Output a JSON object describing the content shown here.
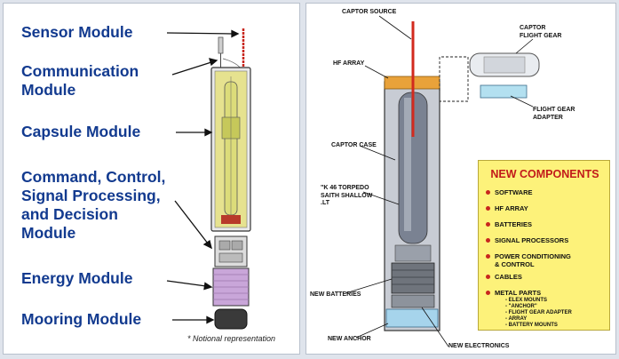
{
  "left": {
    "modules": [
      {
        "lines": [
          "Sensor Module"
        ]
      },
      {
        "lines": [
          "Communication",
          "Module"
        ]
      },
      {
        "lines": [
          "Capsule Module"
        ]
      },
      {
        "lines": [
          "Command, Control,",
          "Signal Processing,",
          "and Decision",
          "Module"
        ]
      },
      {
        "lines": [
          "Energy Module"
        ]
      },
      {
        "lines": [
          "Mooring Module"
        ]
      }
    ],
    "note": "* Notional representation"
  },
  "right": {
    "labels": {
      "captor_source": "CAPTOR SOURCE",
      "captor_flight_gear": [
        "CAPTOR",
        "FLIGHT GEAR"
      ],
      "hf_array": "HF ARRAY",
      "flight_gear_adapter": [
        "FLIGHT GEAR",
        "ADAPTER"
      ],
      "captor_case": "CAPTOR CASE",
      "torpedo": [
        "\"K 46 TORPEDO",
        "SAITH SHALLOW",
        ".LT"
      ],
      "new_batteries": "NEW BATTERIES",
      "new_anchor": "NEW ANCHOR",
      "new_electronics": "NEW ELECTRONICS"
    },
    "new_components": {
      "title": "NEW COMPONENTS",
      "items": [
        {
          "lines": [
            "SOFTWARE"
          ]
        },
        {
          "lines": [
            "HF ARRAY"
          ]
        },
        {
          "lines": [
            "BATTERIES"
          ]
        },
        {
          "lines": [
            "SIGNAL PROCESSORS"
          ]
        },
        {
          "lines": [
            "POWER CONDITIONING",
            "& CONTROL"
          ]
        },
        {
          "lines": [
            "CABLES"
          ]
        },
        {
          "lines": [
            "METAL PARTS"
          ]
        }
      ],
      "sub_items": [
        "- ELEX MOUNTS",
        "- \"ANCHOR\"",
        "- FLIGHT GEAR ADAPTER",
        "- ARRAY",
        "- BATTERY MOUNTS"
      ]
    }
  },
  "colors": {
    "module_label": "#123a8f",
    "title_red": "#c21a1a",
    "box_yellow": "#fdf27a",
    "sensor_red": "#c8261e"
  }
}
